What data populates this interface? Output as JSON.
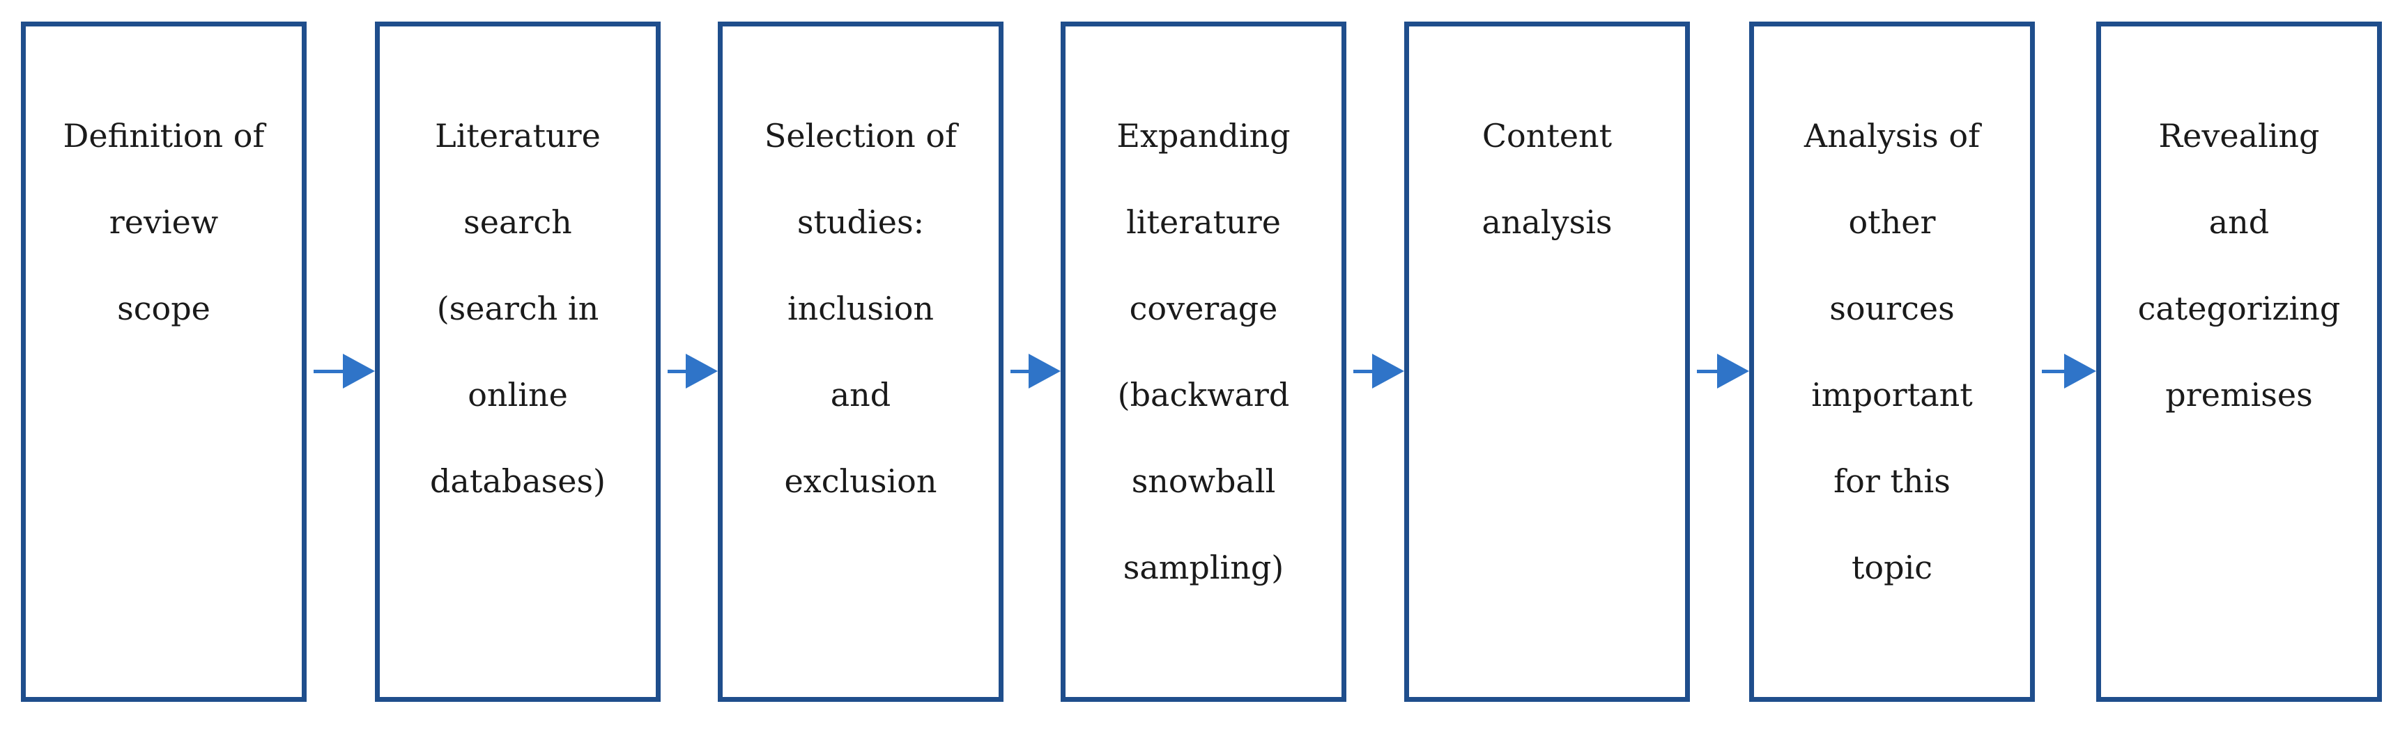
{
  "colors": {
    "box_border": "#1f4e8c",
    "arrow": "#2f74c8",
    "text": "#1a1a1a"
  },
  "steps": [
    {
      "label": "Definition of\nreview\nscope"
    },
    {
      "label": "Literature\nsearch\n(search in\nonline\ndatabases)"
    },
    {
      "label": "Selection of\nstudies:\ninclusion\nand\nexclusion"
    },
    {
      "label": "Expanding\nliterature\ncoverage\n(backward\nsnowball\nsampling)"
    },
    {
      "label": "Content\nanalysis"
    },
    {
      "label": "Analysis of\nother\nsources\nimportant\nfor this\ntopic"
    },
    {
      "label": "Revealing\nand\ncategorizing\npremises"
    }
  ]
}
